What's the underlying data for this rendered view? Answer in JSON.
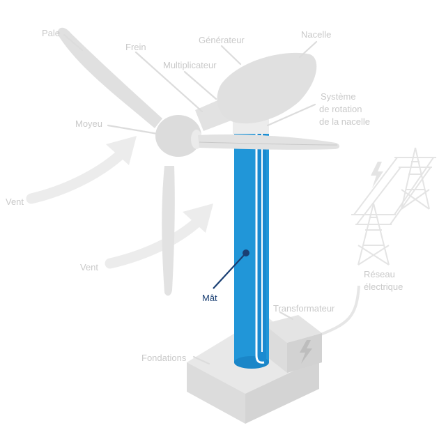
{
  "labels": {
    "pale": "Pale",
    "frein": "Frein",
    "generateur": "Générateur",
    "nacelle": "Nacelle",
    "multiplicateur": "Multiplicateur",
    "systeme_line1": "Système",
    "systeme_line2": "de rotation",
    "systeme_line3": "de la nacelle",
    "moyeu": "Moyeu",
    "vent_1": "Vent",
    "vent_2": "Vent",
    "mat": "Mât",
    "reseau_line1": "Réseau",
    "reseau_line2": "électrique",
    "transformateur": "Transformateur",
    "fondations": "Fondations"
  },
  "highlighted_component": "mat",
  "colors": {
    "mast": "#2196d8",
    "mast_dark": "#1277b8",
    "highlight_label": "#1a3f73",
    "inactive_part": "#dedede",
    "inactive_label": "#c9c9c9",
    "background": "#ffffff"
  },
  "icons": {
    "transformer_symbol": "lightning-bolt-icon",
    "network_symbol": "lightning-bolt-icon"
  }
}
